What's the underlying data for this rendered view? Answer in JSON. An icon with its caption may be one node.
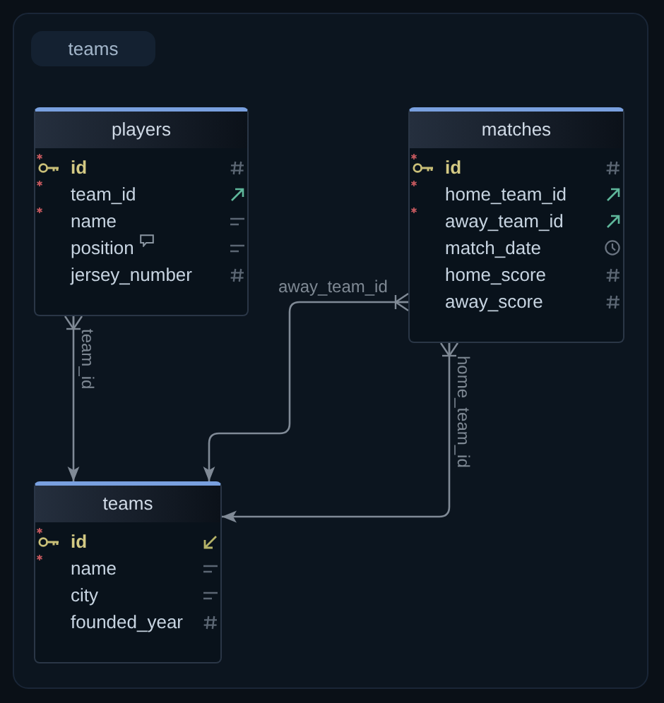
{
  "diagram": {
    "nodes": [
      {
        "text": [
          "teams"
        ]
      },
      {
        "text": [
          "players",
          "id",
          "team_id",
          "name",
          "position",
          "jersey_number"
        ],
        "in": 0
      },
      {
        "text": [
          "matches",
          "id",
          "home_team_id",
          "away_team_id",
          "match_date",
          "home_score",
          "away_score"
        ],
        "in": 0
      },
      {
        "text": [
          "teams",
          "id",
          "name",
          "city",
          "founded_year"
        ],
        "in": 0
      }
    ],
    "edges": [
      {
        "from": 1,
        "to": 3,
        "arrow": "to",
        "label": "team_id"
      },
      {
        "from": 2,
        "to": 3,
        "arrow": "to",
        "label": "away_team_id"
      },
      {
        "from": 2,
        "to": 3,
        "arrow": "to",
        "label": "home_team_id"
      }
    ]
  }
}
